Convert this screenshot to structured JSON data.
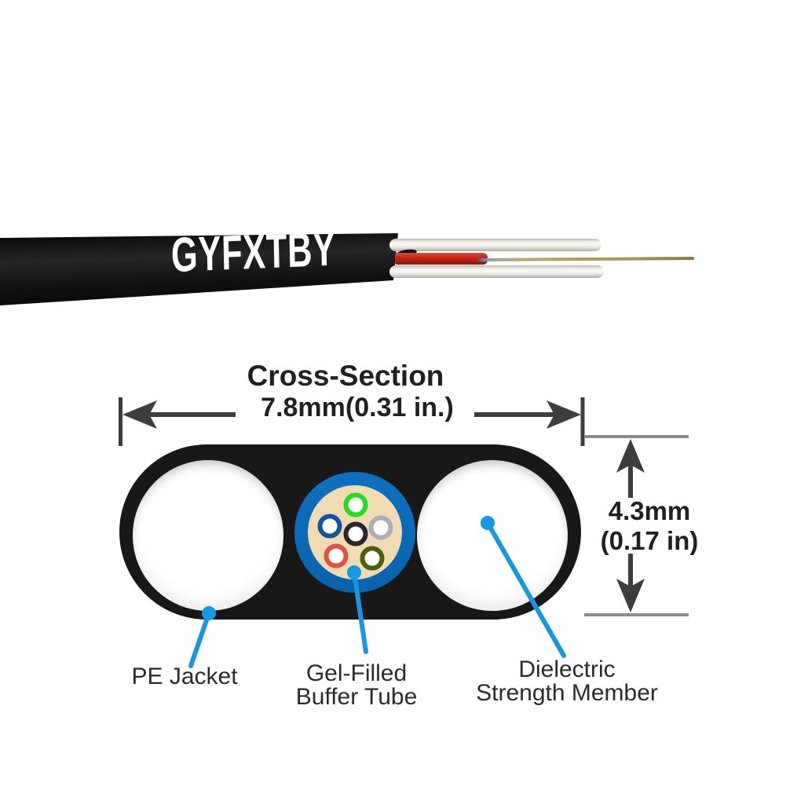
{
  "cable_photo": {
    "jacket_label": "GYFXTBY"
  },
  "cross_section": {
    "title": "Cross-Section",
    "width_dimension": "7.8mm(0.31 in.)",
    "height_dimension": [
      "4.3mm",
      "(0.17 in)"
    ],
    "callouts": {
      "pe_jacket": {
        "label": "PE Jacket"
      },
      "buffer_tube": {
        "label_lines": [
          "Gel-Filled",
          "Buffer Tube"
        ]
      },
      "strength_member": {
        "label_lines": [
          "Dielectric",
          "Strength Member"
        ]
      }
    },
    "fiber_colors": {
      "green": "#1fde1f",
      "blue": "#1353a6",
      "gray": "#abacb5",
      "black": "#2b2627",
      "red": "#dd5340",
      "olive": "#4d5e10"
    },
    "colors": {
      "jacket_black": "#181818",
      "buffer_tube_blue": "#0d70bf",
      "gel_tan": "#f1dbb3",
      "callout_accent": "#1697e4",
      "dimension_dark": "#3d3d3d",
      "dimension_gray": "#8c8c8c"
    }
  }
}
